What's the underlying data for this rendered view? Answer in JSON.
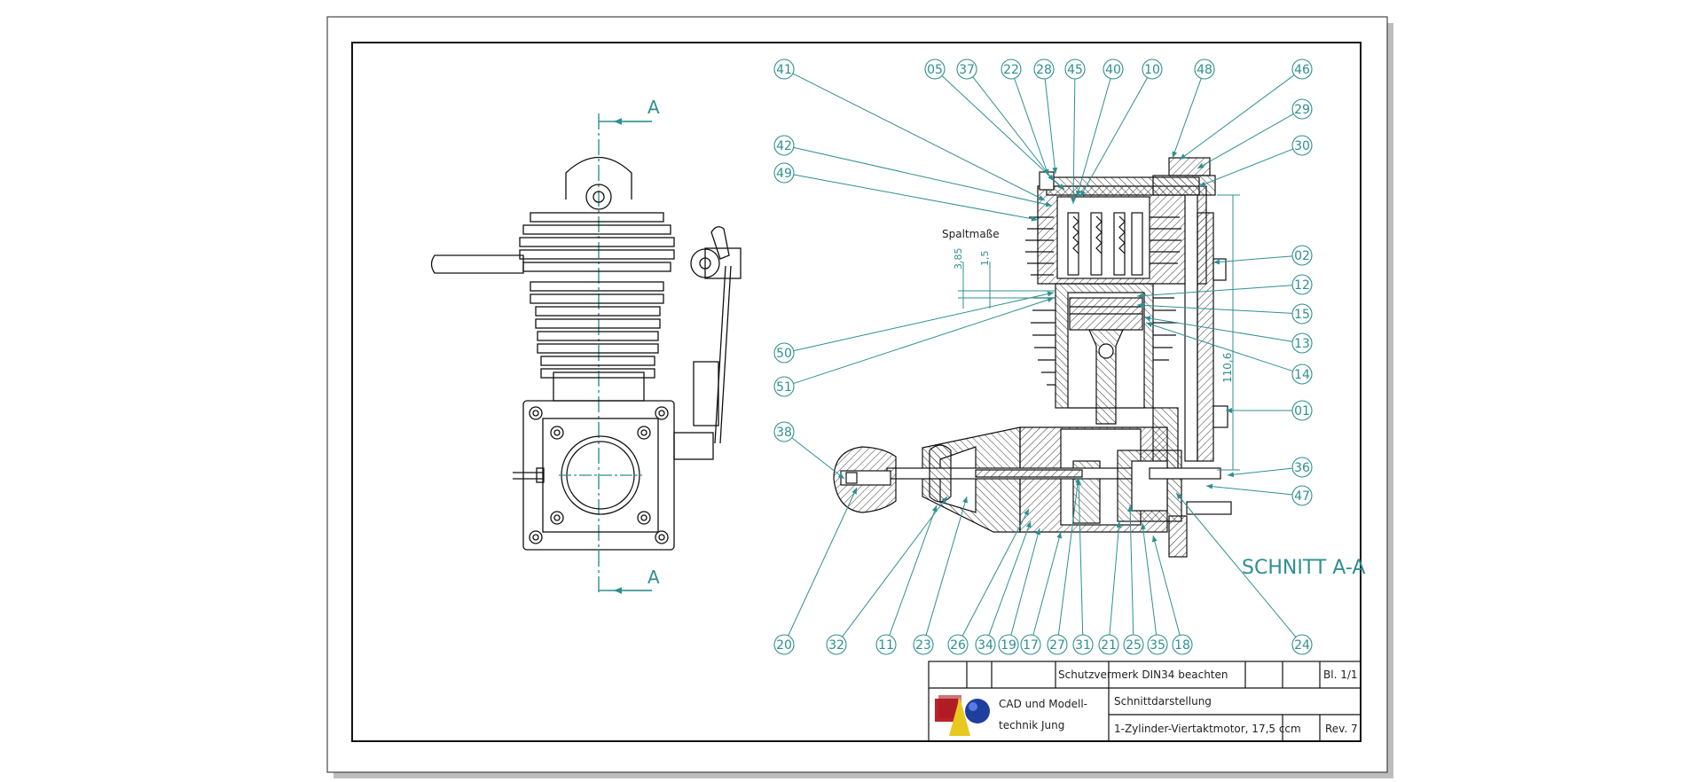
{
  "views": {
    "section_mark": "A",
    "section_title": "SCHNITT A-A",
    "gap_label": "Spaltmaße",
    "dims": [
      "3,85",
      "1,5",
      "110,6"
    ]
  },
  "balloons": {
    "top": [
      "41",
      "05",
      "37",
      "22",
      "28",
      "45",
      "40",
      "10",
      "48",
      "46"
    ],
    "left": [
      "42",
      "49",
      "50",
      "51",
      "38"
    ],
    "right": [
      "29",
      "30",
      "02",
      "12",
      "15",
      "13",
      "14",
      "01",
      "36",
      "47"
    ],
    "bottom": [
      "20",
      "32",
      "11",
      "23",
      "26",
      "34",
      "19",
      "17",
      "27",
      "31",
      "21",
      "25",
      "35",
      "18",
      "24"
    ]
  },
  "title_block": {
    "protection_note": "Schutzvermerk DIN34 beachten",
    "sheet": "Bl. 1/1",
    "company_line1": "CAD und Modell-",
    "company_line2": "technik Jung",
    "drawing_type": "Schnittdarstellung",
    "description": "1-Zylinder-Viertaktmotor, 17,5 ccm",
    "revision": "Rev. 7"
  },
  "colors": {
    "annotation": "#2f8f8f",
    "line": "#111111",
    "shadow": "#bdbdbd"
  }
}
